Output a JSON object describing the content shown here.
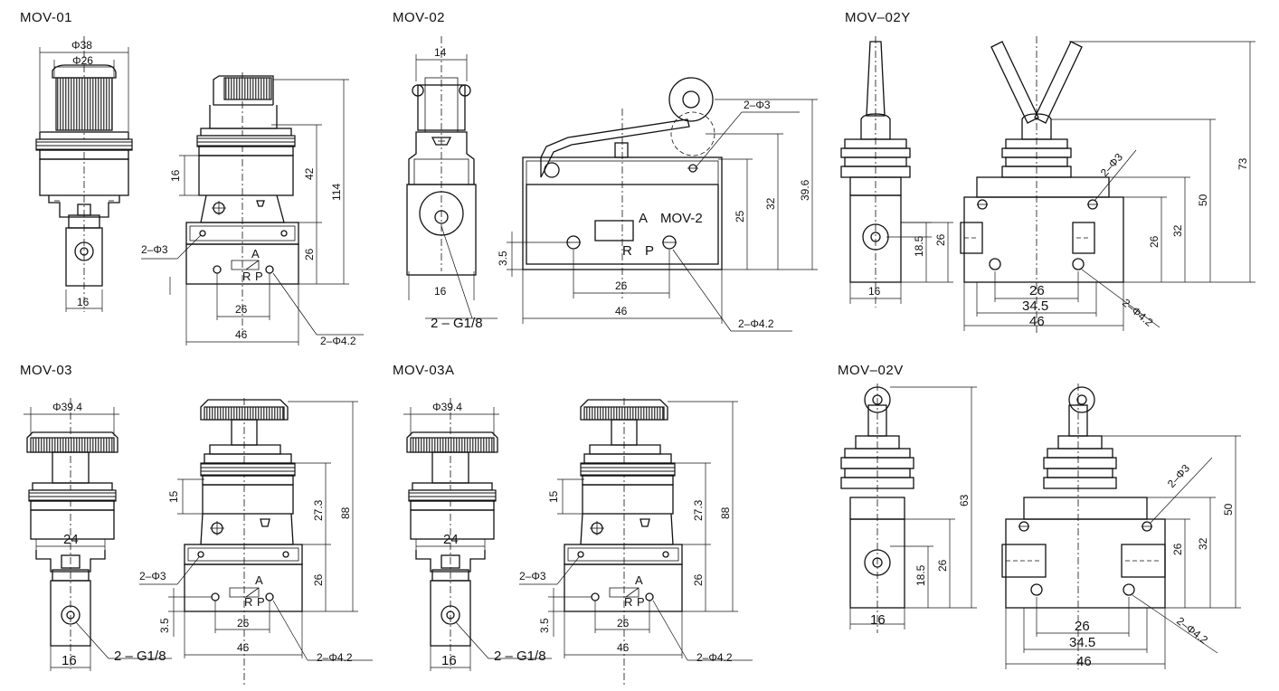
{
  "models": [
    {
      "id": "MOV-01",
      "title": "MOV-01",
      "dims": {
        "top_outer": "Φ38",
        "top_inner": "Φ26",
        "side_width": "16",
        "height_knob": "16",
        "height_mid": "42",
        "height_total": "114",
        "height_base": "26",
        "holes_mount": "2–Φ3",
        "spacing": "26",
        "width": "46",
        "ports": "2–Φ4.2"
      },
      "ports": {
        "a": "A",
        "r": "R",
        "p": "P"
      }
    },
    {
      "id": "MOV-02",
      "title": "MOV-02",
      "dims": {
        "top_width": "14",
        "side_width": "16",
        "thread": "2 – G1/8",
        "holes_mount": "2–Φ3",
        "height_base": "25",
        "height_mid": "32",
        "height_total": "39.6",
        "offset": "3.5",
        "spacing": "26",
        "width": "46",
        "ports": "2–Φ4.2"
      },
      "ports": {
        "a": "A",
        "r": "R",
        "p": "P",
        "model": "MOV-2"
      }
    },
    {
      "id": "MOV-02Y",
      "title": "MOV–02Y",
      "dims": {
        "side_width": "16",
        "height_port": "18.5",
        "height_base": "26",
        "holes_mount": "2–Φ3",
        "height_block": "26",
        "height_mid": "32",
        "height_stem": "50",
        "height_total": "73",
        "spacing": "26",
        "spacing_outer": "34.5",
        "width": "46",
        "ports": "2–Φ4.2"
      }
    },
    {
      "id": "MOV-03",
      "title": "MOV-03",
      "dims": {
        "knob": "Φ39.4",
        "base": "24",
        "side_width": "16",
        "thread": "2 – G1/8",
        "height_collar": "15",
        "height_mid": "27.3",
        "height_total": "88",
        "height_base": "26",
        "holes_mount": "2–Φ3",
        "offset": "3.5",
        "spacing": "26",
        "width": "46",
        "ports": "2–Φ4.2"
      },
      "ports": {
        "a": "A",
        "r": "R",
        "p": "P"
      }
    },
    {
      "id": "MOV-03A",
      "title": "MOV-03A",
      "dims": {
        "knob": "Φ39.4",
        "base": "24",
        "side_width": "16",
        "thread": "2 – G1/8",
        "height_collar": "15",
        "height_mid": "27.3",
        "height_total": "88",
        "height_base": "26",
        "holes_mount": "2–Φ3",
        "offset": "3.5",
        "spacing": "26",
        "width": "46",
        "ports": "2–Φ4.2"
      },
      "ports": {
        "a": "A",
        "r": "R",
        "p": "P"
      }
    },
    {
      "id": "MOV-02V",
      "title": "MOV–02V",
      "dims": {
        "side_width": "16",
        "height_port": "18.5",
        "height_base": "26",
        "height_total_side": "63",
        "holes_mount": "2–Φ3",
        "height_block": "26",
        "height_mid": "32",
        "height_total": "50",
        "spacing": "26",
        "spacing_outer": "34.5",
        "width": "46",
        "ports": "2–Φ4.2"
      }
    }
  ]
}
